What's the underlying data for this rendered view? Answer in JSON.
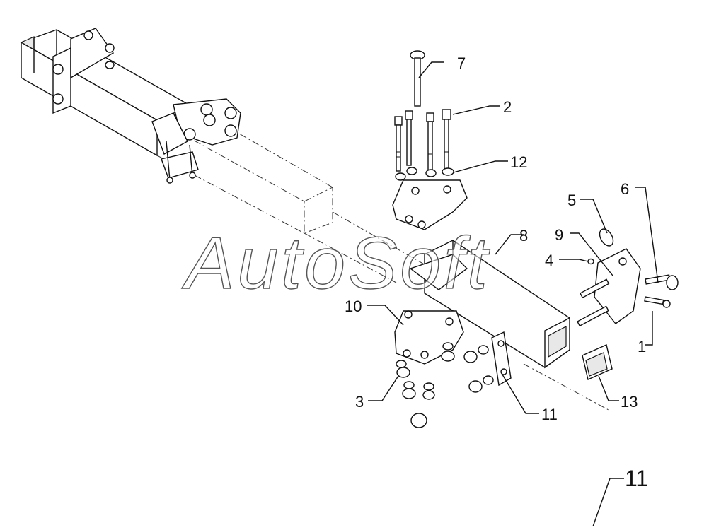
{
  "watermark": "AutoSoft",
  "callouts": [
    "7",
    "2",
    "12",
    "5",
    "6",
    "8",
    "9",
    "4",
    "10",
    "1",
    "3",
    "11",
    "13"
  ],
  "corner_label": "11"
}
